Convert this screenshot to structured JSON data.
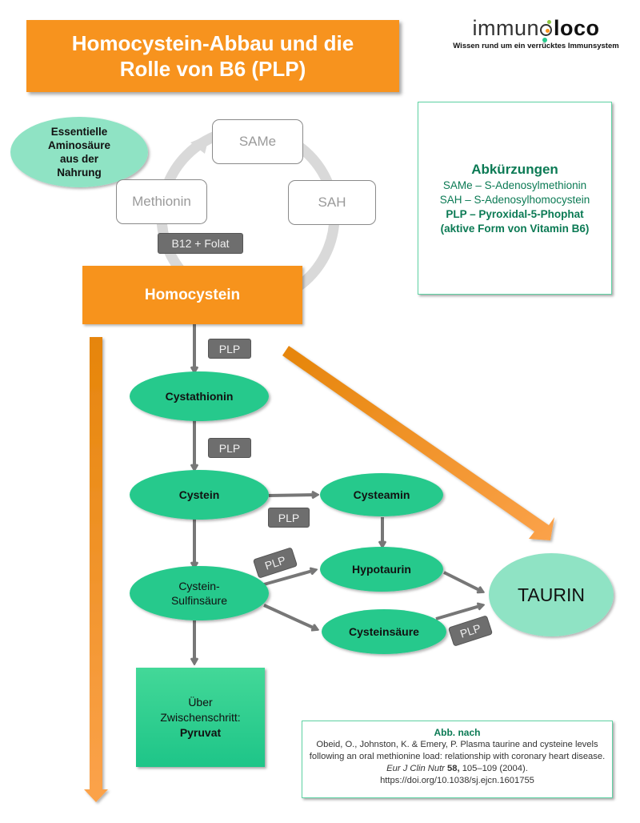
{
  "title": {
    "line1": "Homocystein-Abbau und die",
    "line2": "Rolle von B6 (PLP)"
  },
  "logo": {
    "wordmark_part1": "immun",
    "wordmark_part2": "loco",
    "tagline": "Wissen rund um ein verrücktes Immunsystem"
  },
  "colors": {
    "orange": "#f7931e",
    "green_node": "#27c98c",
    "mint_node": "#8fe3c4",
    "tag_gray": "#6e6e6e",
    "arrow_gray": "#777777",
    "cycle_gray": "#d9d9d9",
    "dark_green_text": "#0b7a54"
  },
  "cycle": {
    "source_note": [
      "Essentielle",
      "Aminosäure",
      "aus der",
      "Nahrung"
    ],
    "nodes": {
      "same": "SAMe",
      "sah": "SAH",
      "methionin": "Methionin"
    },
    "cofactor": "B12 + Folat"
  },
  "homocystein": "Homocystein",
  "nodes": {
    "cystathionin": "Cystathionin",
    "cystein": "Cystein",
    "cysteamin": "Cysteamin",
    "hypotaurin": "Hypotaurin",
    "cysteinsulfinsaeure_line1": "Cystein-",
    "cysteinsulfinsaeure_line2": "Sulfinsäure",
    "cysteinsaeure": "Cysteinsäure",
    "taurin": "TAURIN"
  },
  "tags": {
    "plp": "PLP"
  },
  "pyruvat": {
    "line1": "Über",
    "line2": "Zwischenschritt:",
    "line3": "Pyruvat"
  },
  "abbreviations": {
    "heading": "Abkürzungen",
    "items": [
      "SAMe – S-Adenosylmethionin",
      "SAH – S-Adenosylhomocystein",
      "PLP – Pyroxidal-5-Phophat",
      "(aktive Form von Vitamin B6)"
    ]
  },
  "citation": {
    "heading": "Abb. nach",
    "text1": "Obeid, O., Johnston, K. & Emery, P. Plasma taurine and cysteine levels following an oral methionine load: relationship with coronary heart disease. ",
    "journal": "Eur J Clin Nutr",
    "volume": " 58,",
    "text2": " 105–109 (2004). https://doi.org/10.1038/sj.ejcn.1601755"
  }
}
